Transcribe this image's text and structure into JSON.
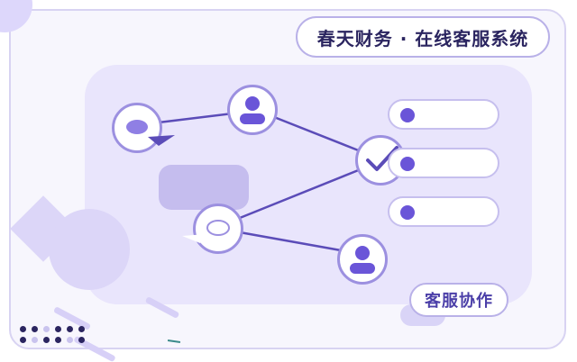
{
  "header": {
    "title": "春天财务 · 在线客服系统"
  },
  "footer": {
    "tag_label": "客服协作"
  },
  "colors": {
    "accent": "#6a55d8",
    "line": "#5b4cb8",
    "node_border": "#9c90e0",
    "panel": "#e9e5fc",
    "title_text": "#2b2560"
  },
  "diagram": {
    "nodes": [
      {
        "name": "chat-bubble-node",
        "icon": "chat-bubble-icon"
      },
      {
        "name": "agent-node-top",
        "icon": "user-icon"
      },
      {
        "name": "check-node",
        "icon": "checkmark-icon"
      },
      {
        "name": "chat-bubble-node-lower",
        "icon": "chat-bubble-outline-icon"
      },
      {
        "name": "agent-node-bottom",
        "icon": "user-icon"
      }
    ],
    "edges": [
      [
        "chat-bubble-node",
        "agent-node-top"
      ],
      [
        "agent-node-top",
        "check-node"
      ],
      [
        "chat-bubble-node-lower",
        "check-node"
      ],
      [
        "chat-bubble-node-lower",
        "agent-node-bottom"
      ]
    ],
    "list_items": 3
  }
}
